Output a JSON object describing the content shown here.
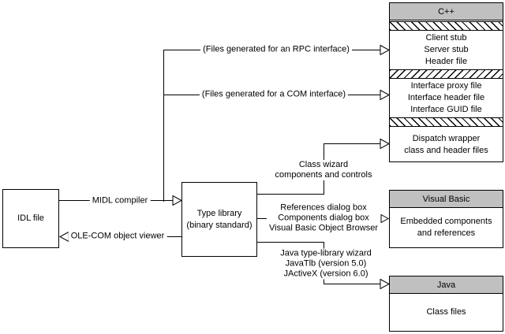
{
  "colors": {
    "header_fill": "#c0c0c0",
    "line": "#000000",
    "background": "#ffffff"
  },
  "nodes": {
    "idl": {
      "label": "IDL file"
    },
    "type_library": {
      "line1": "Type library",
      "line2": "(binary standard)"
    },
    "cpp": {
      "title": "C++",
      "rpc_files": [
        "Client stub",
        "Server stub",
        "Header file"
      ],
      "com_files": [
        "Interface proxy file",
        "Interface header file",
        "Interface GUID file"
      ],
      "dispatch_files": [
        "Dispatch wrapper",
        "class and header files"
      ]
    },
    "visual_basic": {
      "title": "Visual Basic",
      "body": [
        "Embedded components",
        "and references"
      ]
    },
    "java": {
      "title": "Java",
      "body": [
        "Class files"
      ]
    }
  },
  "edges": {
    "midl": "MIDL compiler",
    "ole_com": "OLE-COM object viewer",
    "rpc": "(Files generated for an RPC interface)",
    "com": "(Files generated for a COM interface)",
    "class_wizard": [
      "Class wizard",
      "components and controls"
    ],
    "vb_tools": [
      "References dialog box",
      "Components dialog box",
      "Visual Basic Object Browser"
    ],
    "java_tools": [
      "Java type-library wizard",
      "JavaTlb (version 5.0)",
      "JActiveX (version 6.0)"
    ]
  }
}
